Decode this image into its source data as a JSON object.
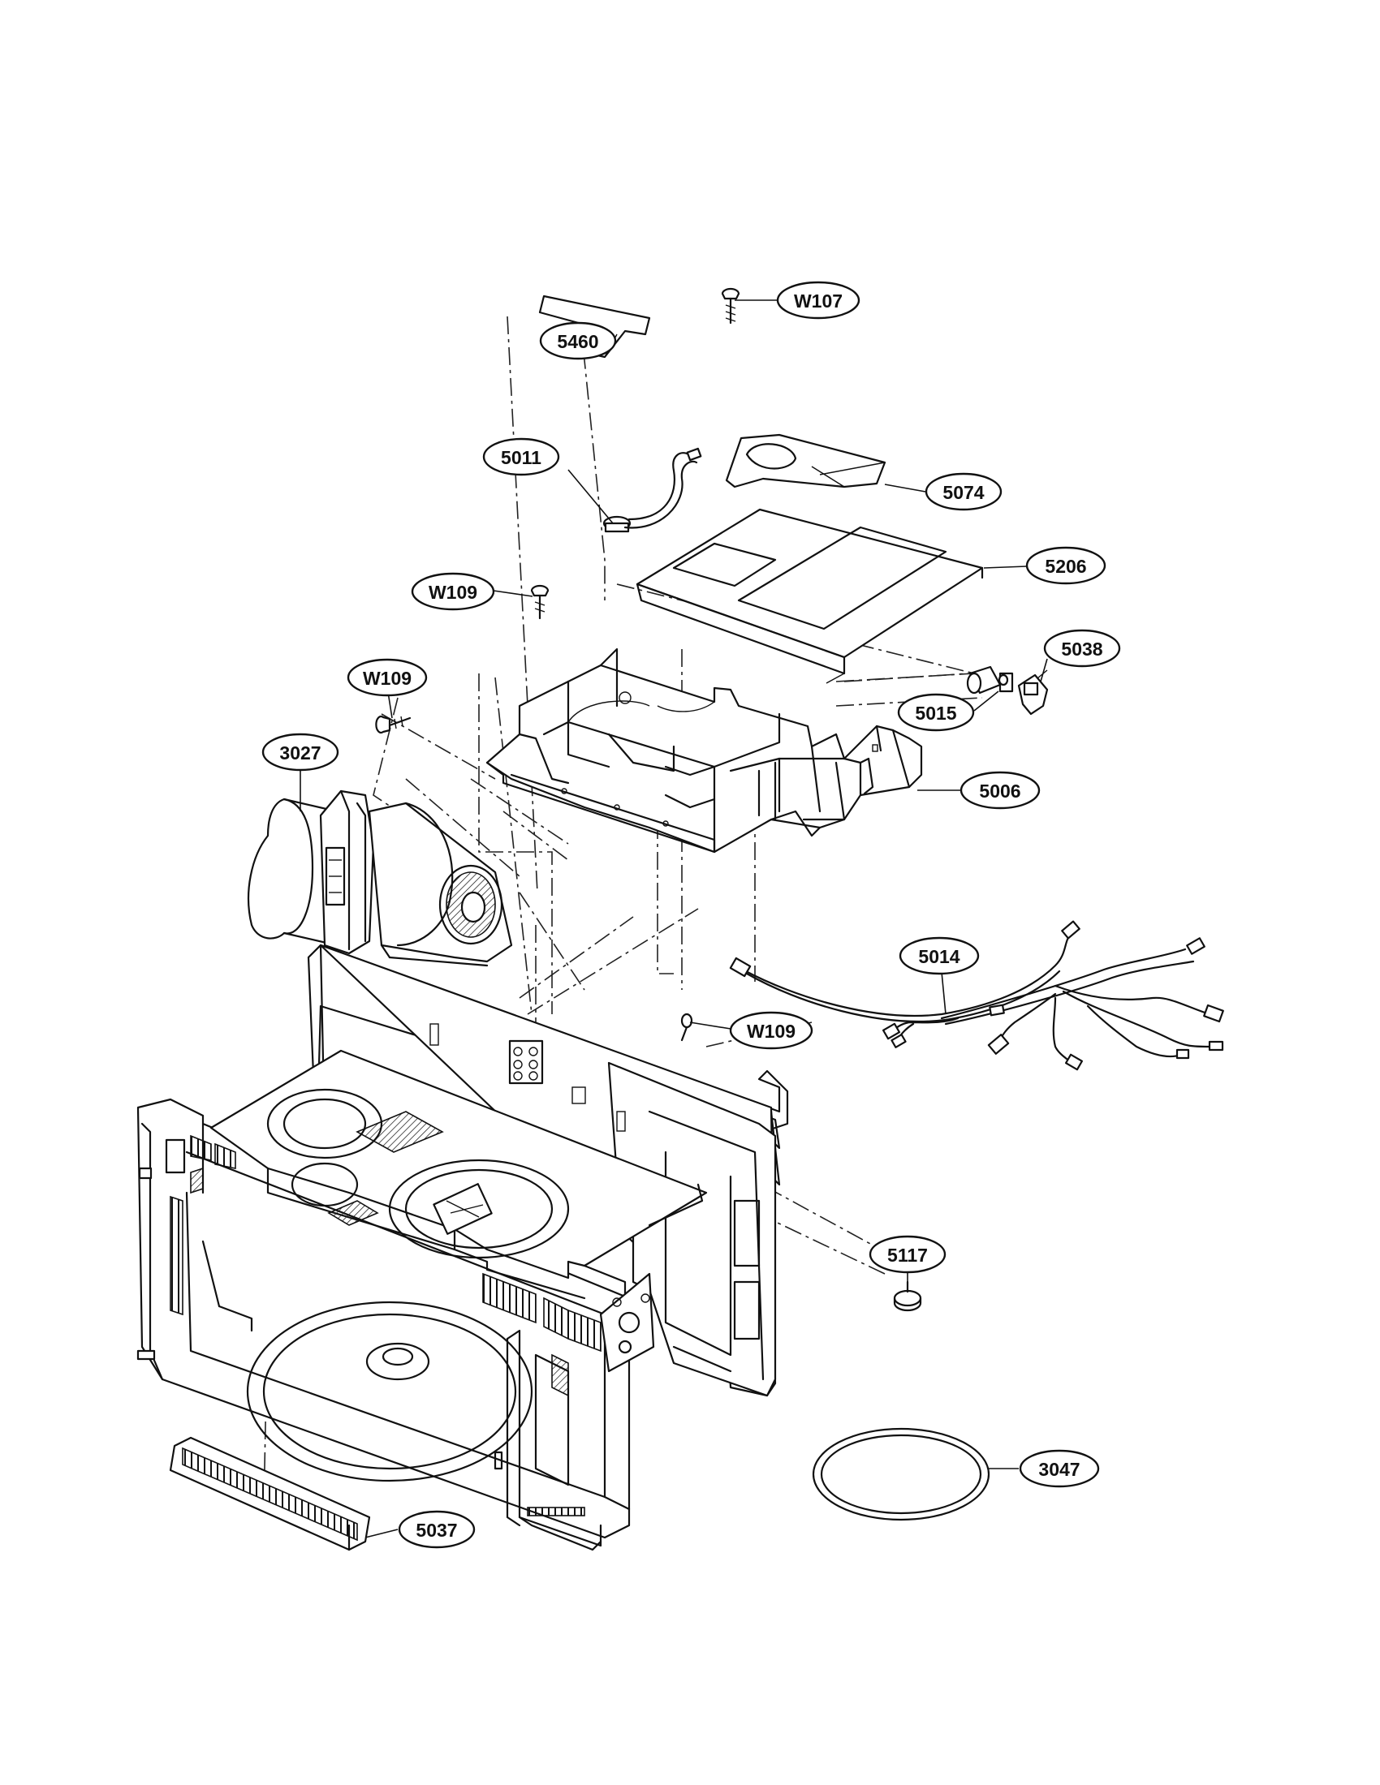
{
  "callouts": [
    {
      "id": "5460",
      "label": "5460"
    },
    {
      "id": "W107",
      "label": "W107"
    },
    {
      "id": "5011",
      "label": "5011"
    },
    {
      "id": "5074",
      "label": "5074"
    },
    {
      "id": "5206",
      "label": "5206"
    },
    {
      "id": "W109a",
      "label": "W109"
    },
    {
      "id": "5038",
      "label": "5038"
    },
    {
      "id": "W109b",
      "label": "W109"
    },
    {
      "id": "5015",
      "label": "5015"
    },
    {
      "id": "3027",
      "label": "3027"
    },
    {
      "id": "5006",
      "label": "5006"
    },
    {
      "id": "5014",
      "label": "5014"
    },
    {
      "id": "W109c",
      "label": "W109"
    },
    {
      "id": "5117",
      "label": "5117"
    },
    {
      "id": "3047",
      "label": "3047"
    },
    {
      "id": "5037",
      "label": "5037"
    }
  ]
}
